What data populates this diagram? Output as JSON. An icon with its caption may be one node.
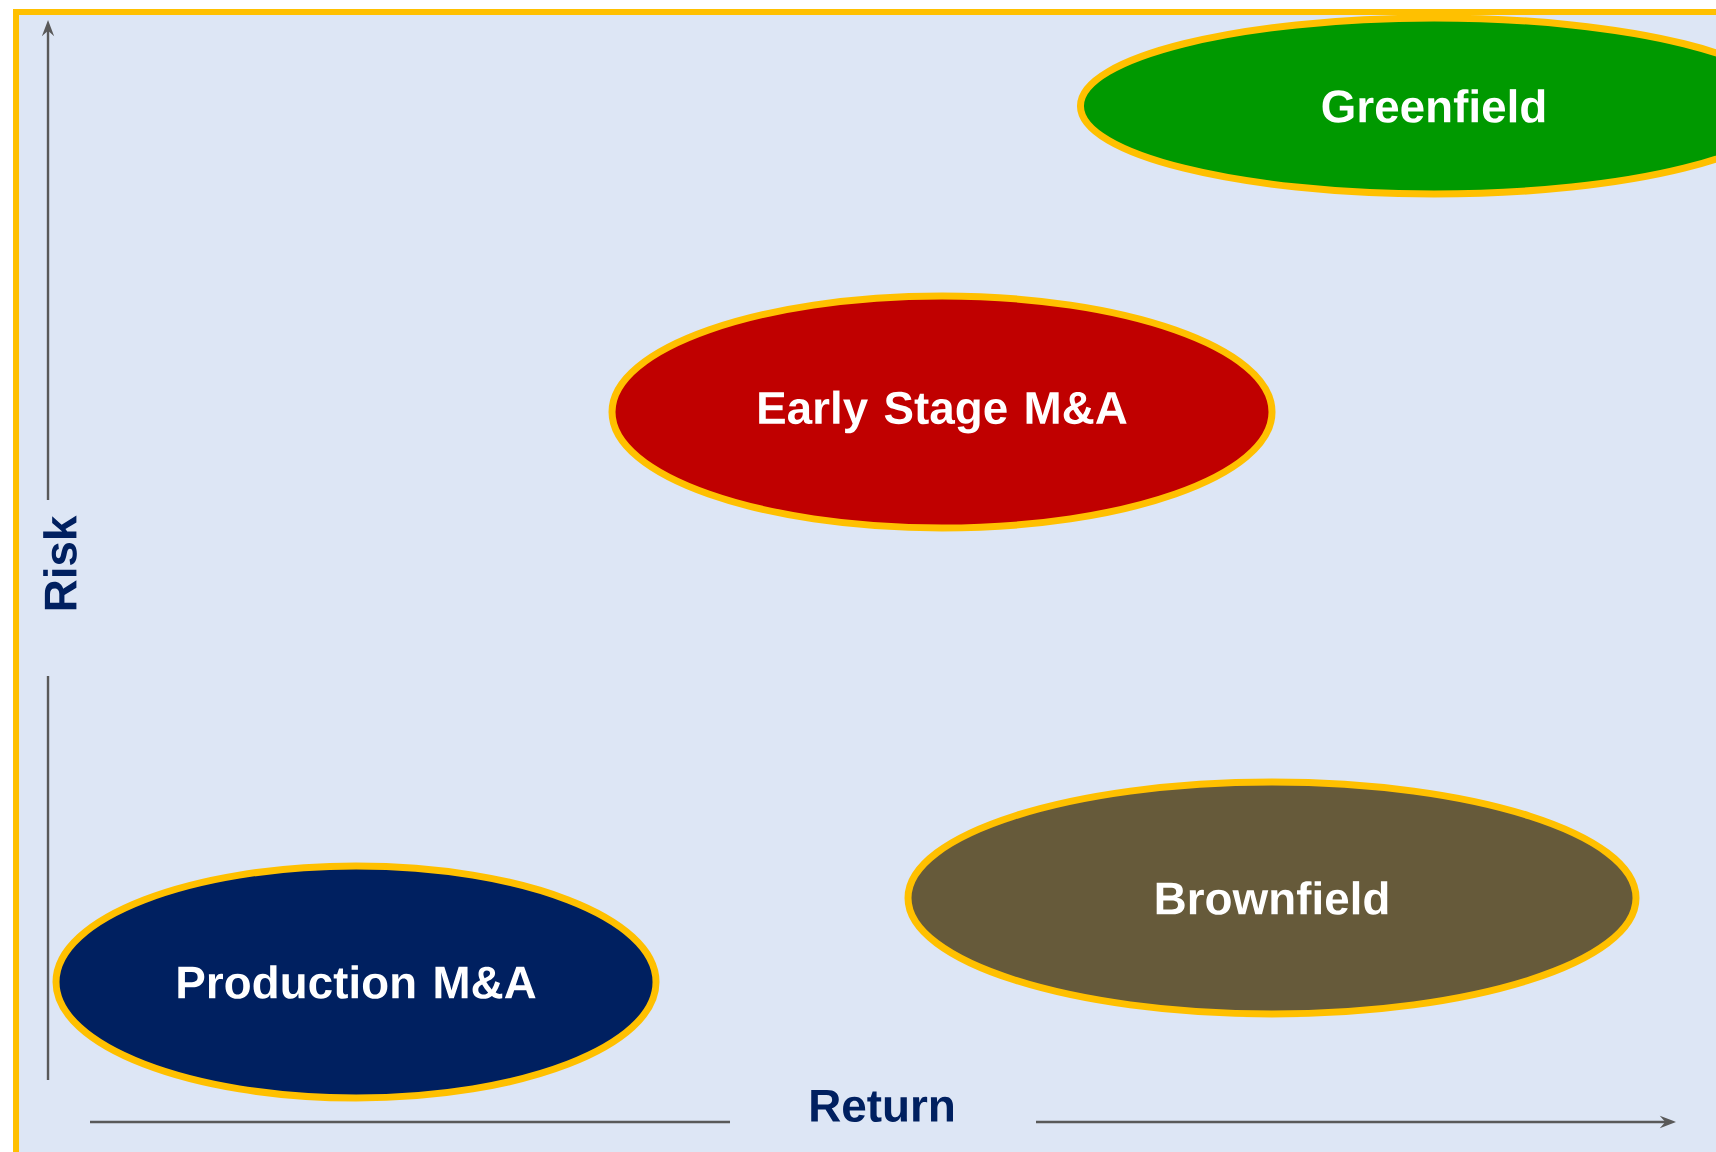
{
  "diagram": {
    "nodes": [
      {
        "text": [
          "Greenfield"
        ]
      },
      {
        "text": [
          "Early Stage M&A"
        ]
      },
      {
        "text": [
          "Brownfield"
        ]
      },
      {
        "text": [
          "Production M&A"
        ]
      }
    ],
    "labels": [
      "Risk",
      "Return"
    ]
  }
}
